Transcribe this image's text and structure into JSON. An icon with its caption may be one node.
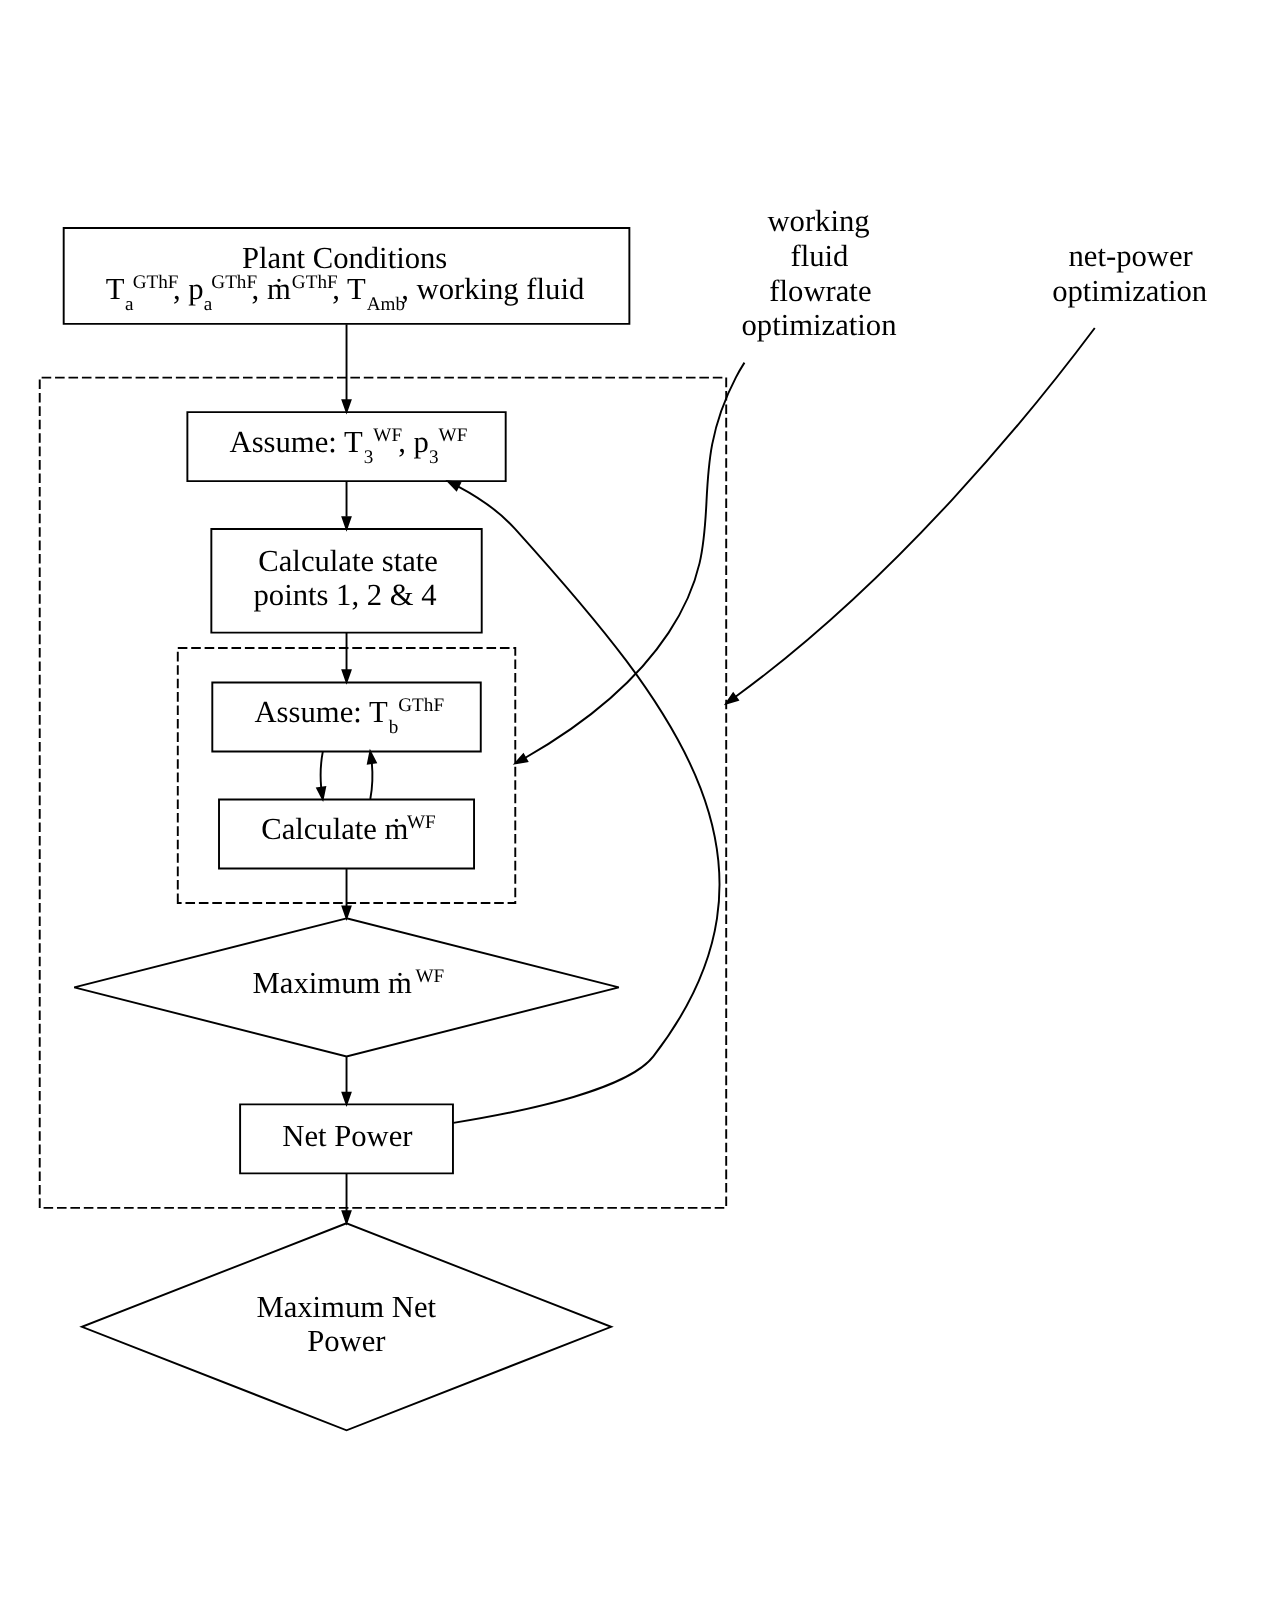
{
  "diagram": {
    "nodes": [
      {
        "text": [
          "Plant Conditions",
          "T$_{a}$$^{GThF}$, p$_{a}$$^{GThF}$, ṁ$^{GThF}$, T$_{Amb}$, working fluid"
        ]
      },
      {
        "text": [],
        "shape": "box"
      },
      {
        "text": [
          "Assume: T$_{3}$$^{WF}$, p$_{3}$$^{WF}$"
        ],
        "in": 1
      },
      {
        "text": [
          "Calculate state points 1, 2 & 4"
        ],
        "in": 1
      },
      {
        "text": [],
        "shape": "box",
        "in": 1
      },
      {
        "text": [
          "Assume: T$_{b}$$^{GThF}$"
        ],
        "in": 4
      },
      {
        "text": [
          "Calculate ṁ$^{WF}$"
        ],
        "in": 4
      },
      {
        "text": [
          "Maximum ṁ$^{WF}$"
        ],
        "in": 1
      },
      {
        "text": [
          "Net Power"
        ],
        "in": 1
      },
      {
        "text": [
          "Maximum Net Power"
        ]
      },
      {
        "text": [
          "working fluid flowrate optimization"
        ]
      },
      {
        "text": [
          "net-power optimization"
        ]
      }
    ],
    "edges": [
      {
        "from": 0,
        "to": 2,
        "arrow": "to"
      },
      {
        "from": 2,
        "to": 3,
        "arrow": "to"
      },
      {
        "from": 3,
        "to": 5,
        "arrow": "to"
      },
      {
        "from": 5,
        "to": 6,
        "arrow": "to"
      },
      {
        "from": 6,
        "to": 5,
        "arrow": "to"
      },
      {
        "from": 6,
        "to": 7,
        "arrow": "to"
      },
      {
        "from": 7,
        "to": 8,
        "arrow": "to"
      },
      {
        "from": 8,
        "to": 2,
        "arrow": "to"
      },
      {
        "from": 8,
        "to": 9,
        "arrow": "to"
      },
      {
        "from": 10,
        "to": 4,
        "arrow": "to"
      },
      {
        "from": 11,
        "to": 1,
        "arrow": "to"
      }
    ]
  }
}
